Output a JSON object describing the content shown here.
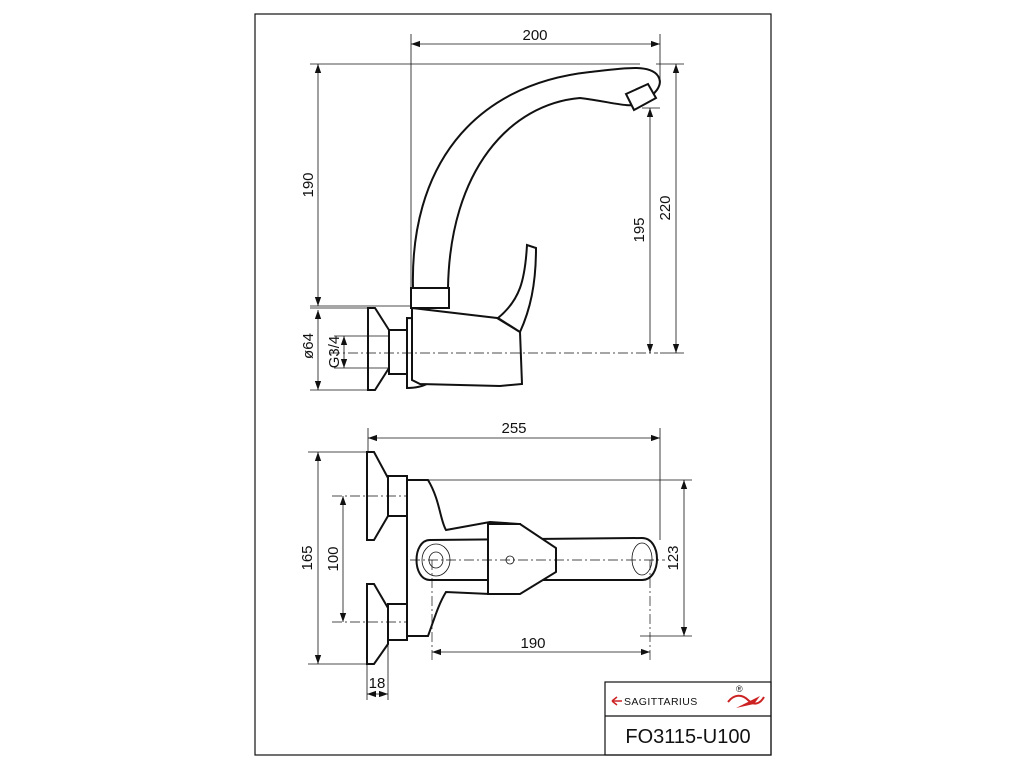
{
  "title_block": {
    "brand": "SAGITTARIUS",
    "registered_mark": "®",
    "model": "FO3115-U100",
    "brand_color": "#cc2222"
  },
  "side_view": {
    "dim_width": "200",
    "dim_height_left": "190",
    "dim_height_spout": "195",
    "dim_height_total": "220",
    "dim_flange_diameter": "ø64",
    "dim_thread": "G3/4"
  },
  "top_view": {
    "dim_length": "255",
    "dim_outer_spacing": "165",
    "dim_spacing": "100",
    "dim_depth": "123",
    "dim_spout_reach": "190",
    "dim_flange_thickness": "18"
  }
}
